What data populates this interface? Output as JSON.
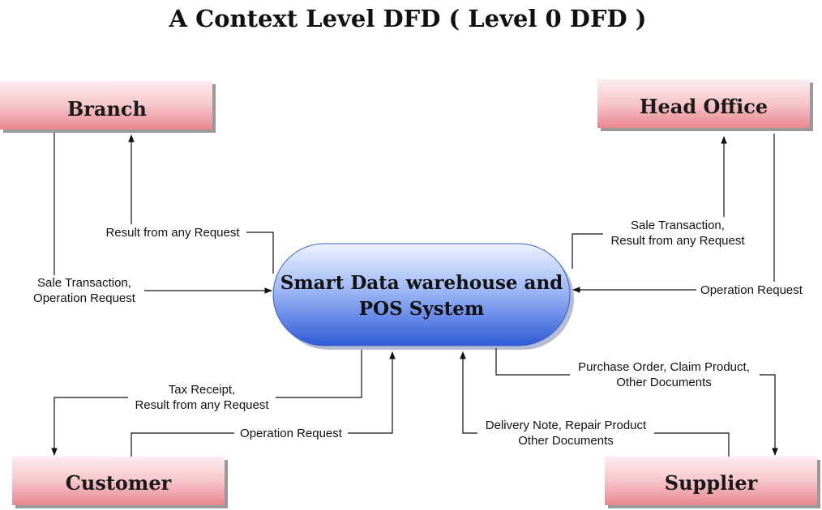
{
  "title": "A Context Level DFD  ( Level 0 DFD )",
  "process": {
    "line1": "Smart Data warehouse and",
    "line2": "POS System"
  },
  "entities": {
    "branch": "Branch",
    "head_office": "Head Office",
    "customer": "Customer",
    "supplier": "Supplier"
  },
  "flows": {
    "branch_result": "Result from any Request",
    "branch_sale_line1": "Sale Transaction,",
    "branch_sale_line2": "Operation Request",
    "head_sale_line1": "Sale Transaction,",
    "head_sale_line2": "Result from any Request",
    "head_operation": "Operation Request",
    "customer_tax_line1": "Tax Receipt,",
    "customer_tax_line2": "Result from any Request",
    "customer_operation": "Operation Request",
    "supplier_purchase_line1": "Purchase Order, Claim Product,",
    "supplier_purchase_line2": "Other Documents",
    "supplier_delivery_line1": "Delivery Note, Repair Product",
    "supplier_delivery_line2": "Other Documents"
  },
  "colors": {
    "entity_fill_top": "#fbe3e6",
    "entity_fill_bottom": "#ea8a93",
    "process_fill_top": "#dce7ff",
    "process_fill_bottom": "#3d67df"
  }
}
